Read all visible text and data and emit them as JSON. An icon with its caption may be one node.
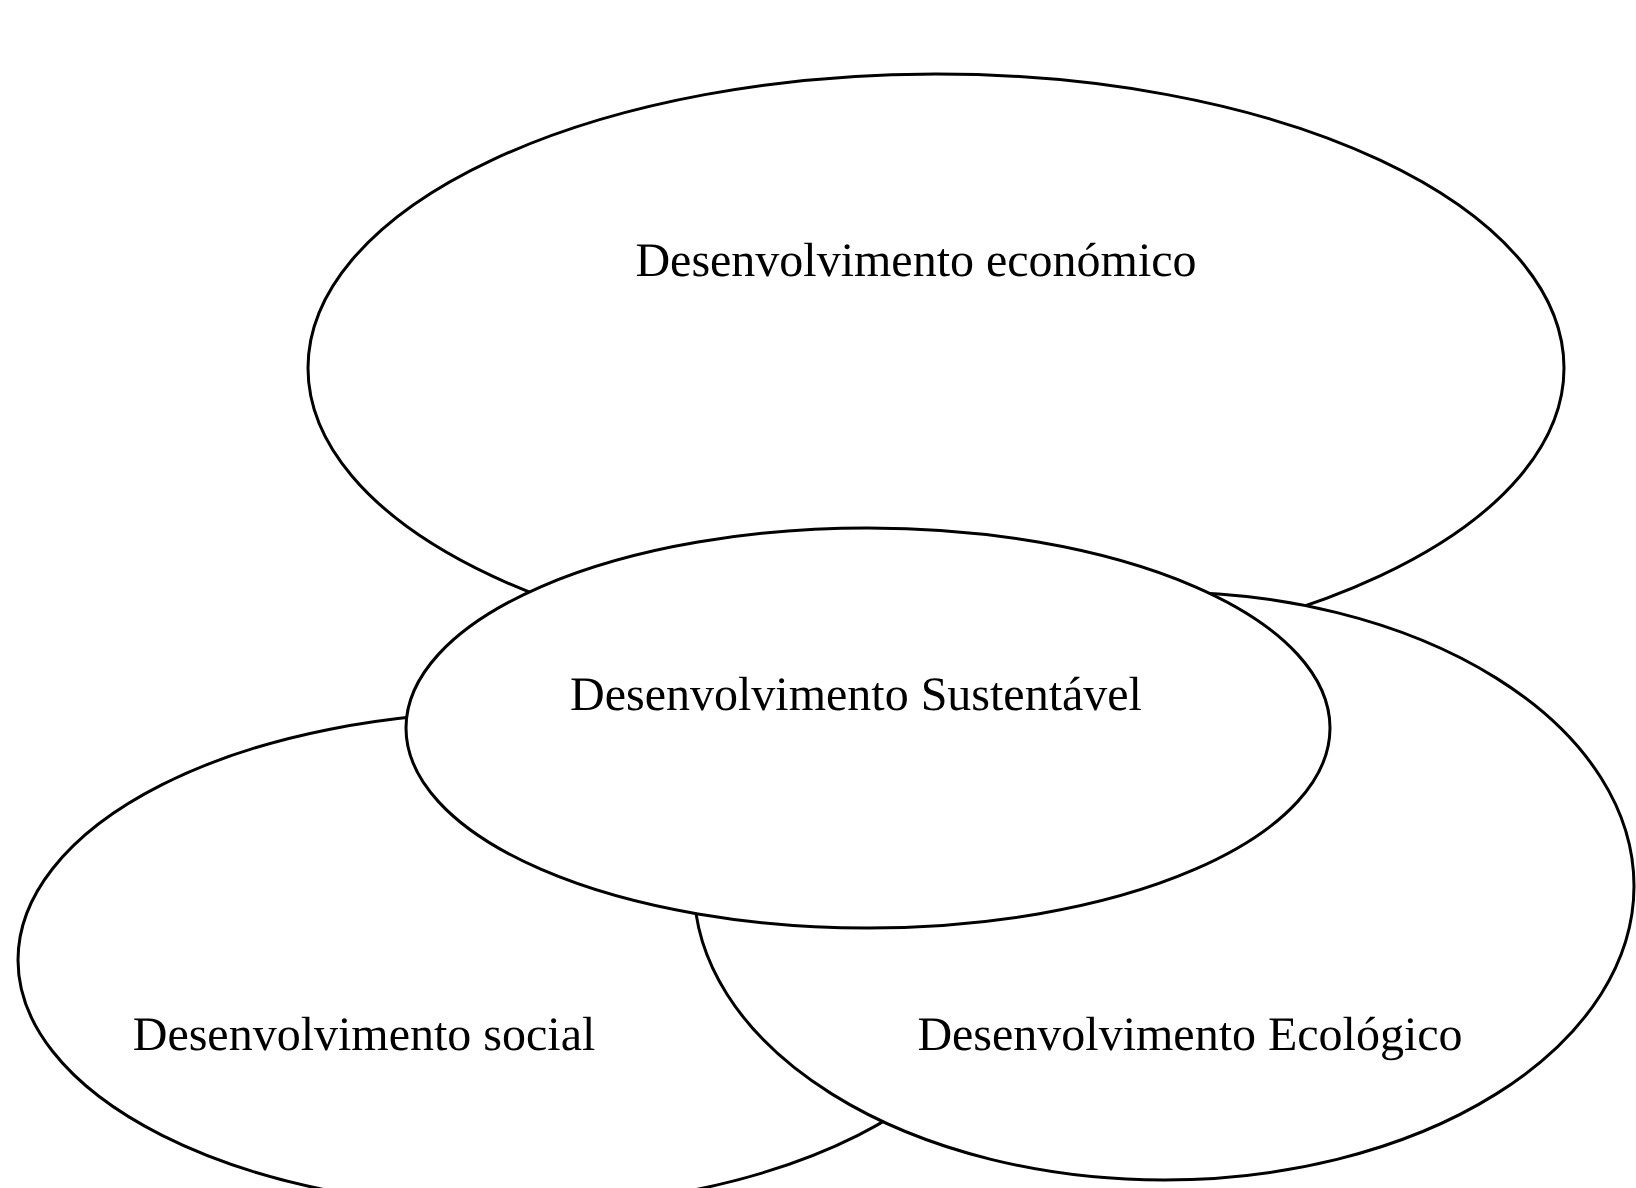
{
  "diagram": {
    "nodes": [
      {
        "text": [
          "Desenvolvimento económico"
        ]
      },
      {
        "text": [
          "Desenvolvimento Sustentável"
        ]
      },
      {
        "text": [
          "Desenvolvimento social"
        ]
      },
      {
        "text": [
          "Desenvolvimento Ecológico"
        ]
      }
    ]
  }
}
